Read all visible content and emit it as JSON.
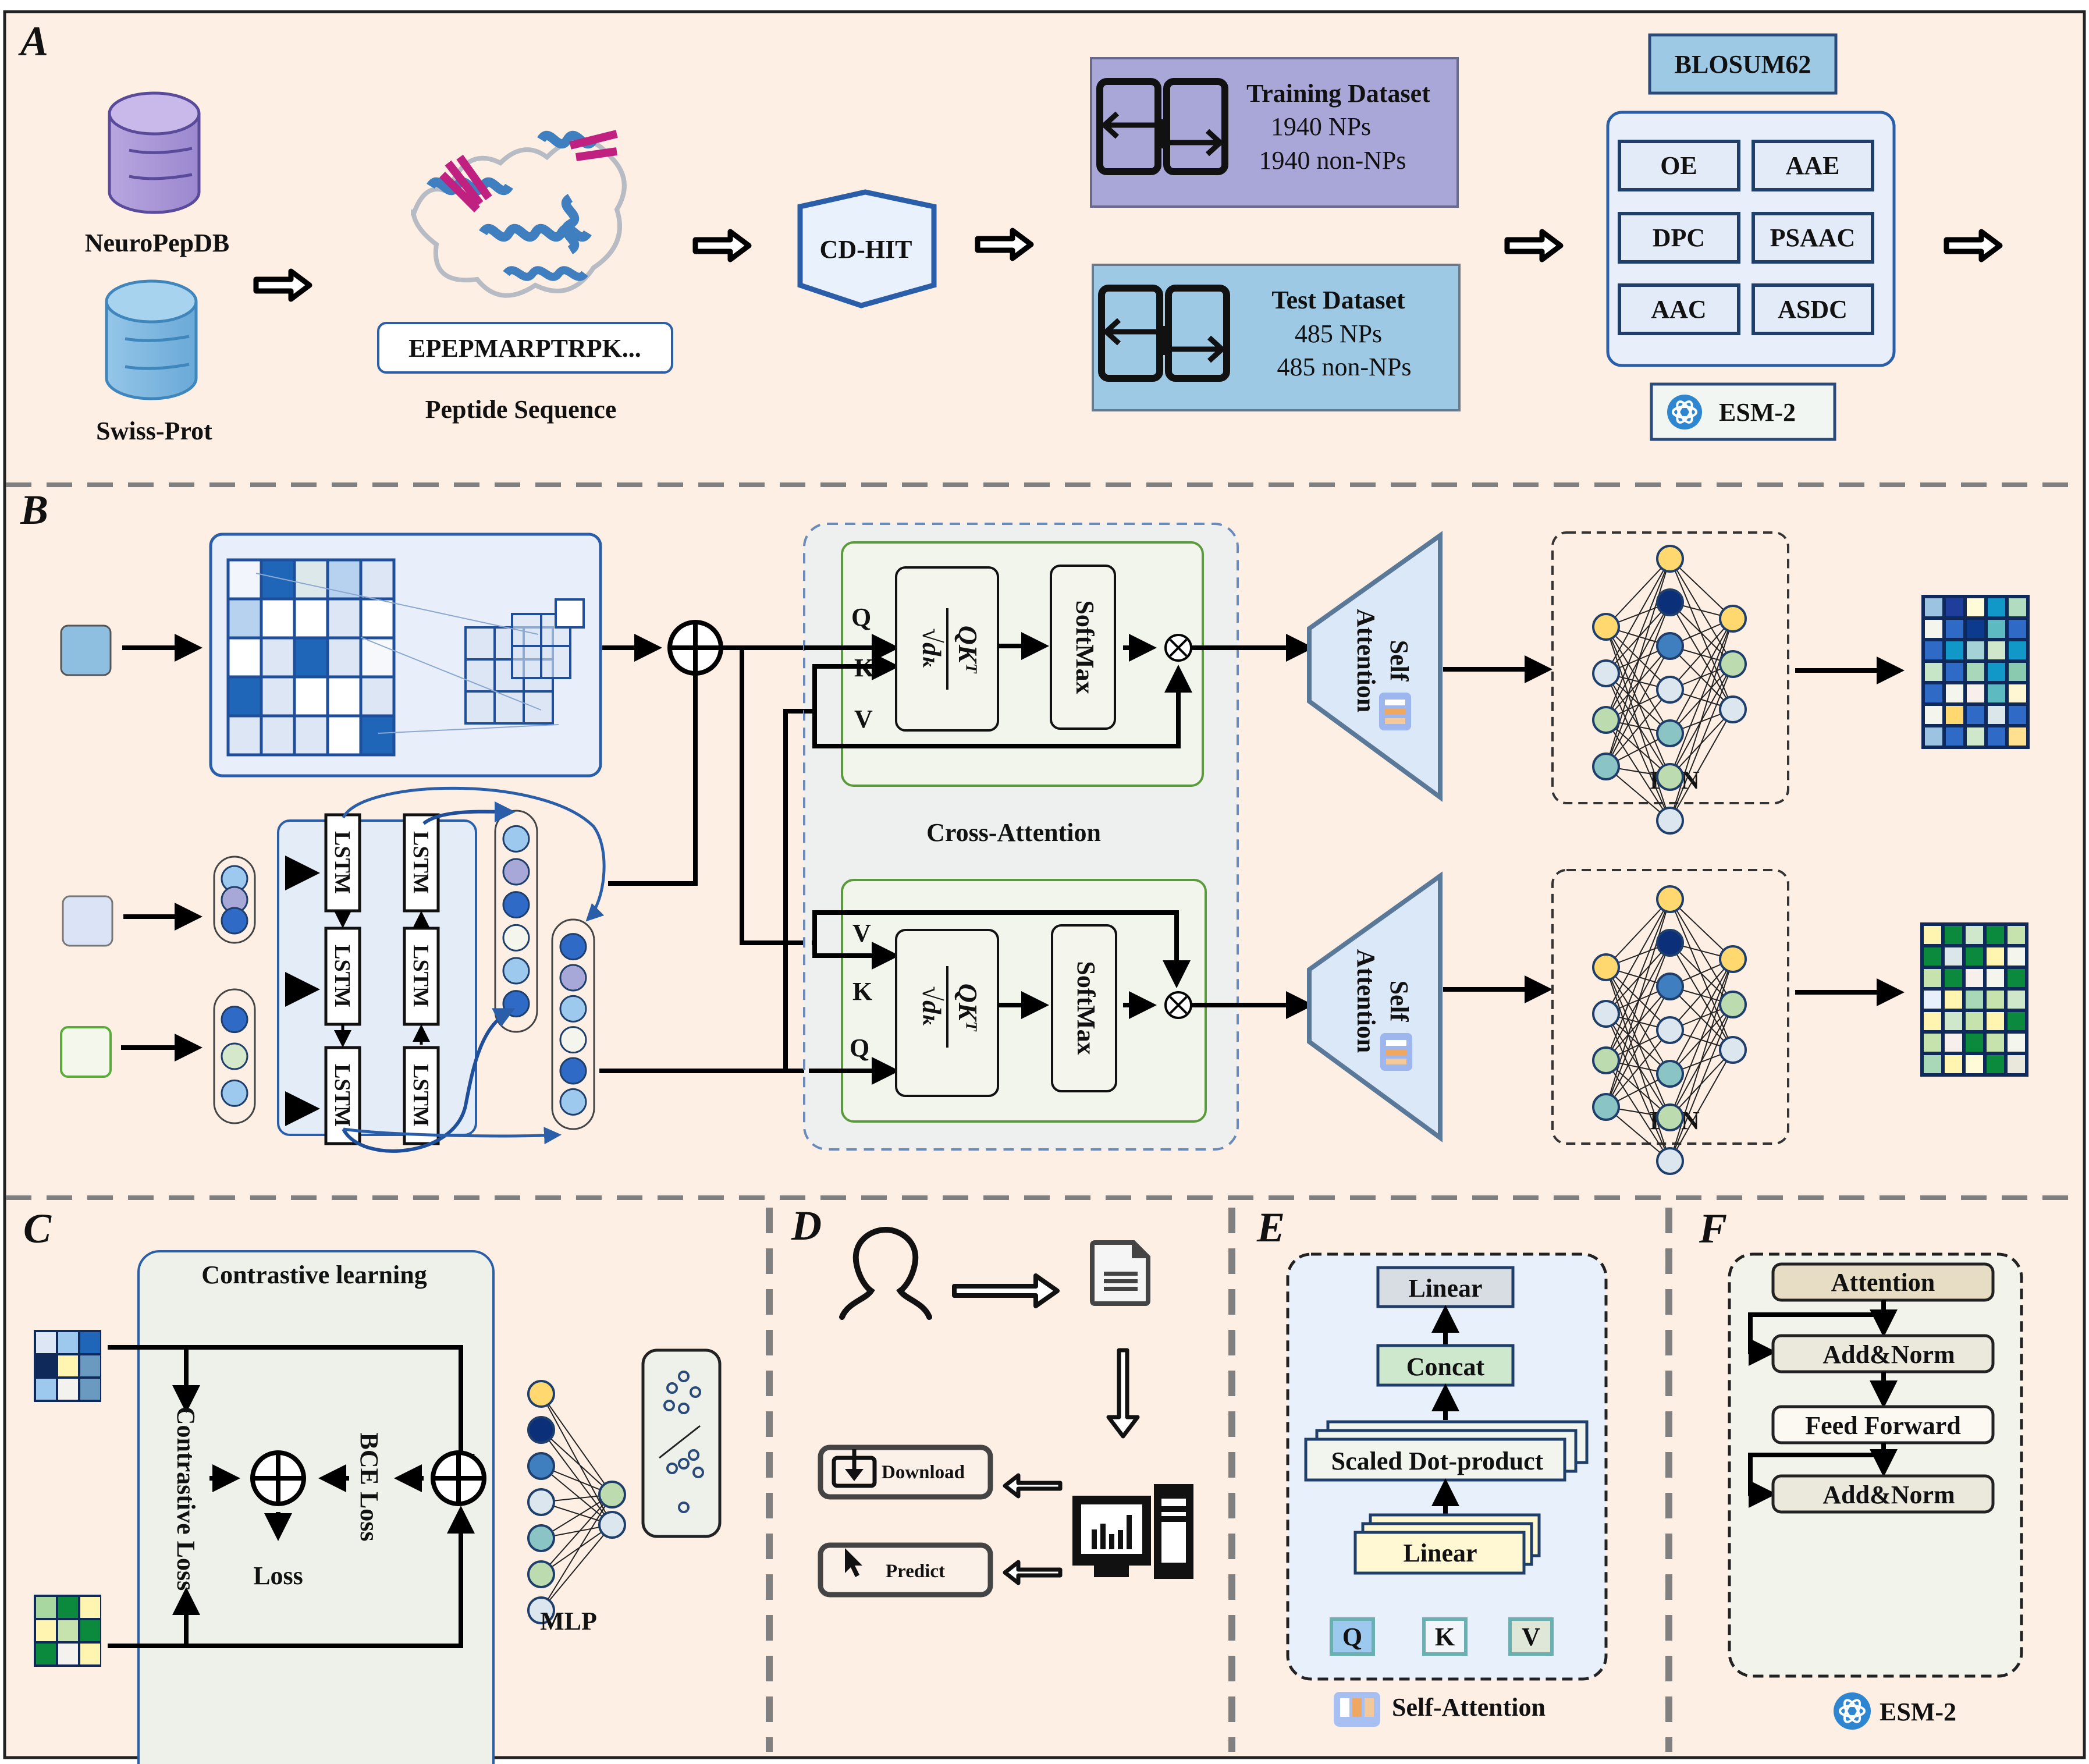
{
  "panels": {
    "a": {
      "letter": "A",
      "databases": [
        "NeuroPepDB",
        "Swiss-Prot"
      ],
      "sequence": "EPEPMARPTRPK...",
      "sequence_caption": "Peptide Sequence",
      "cdhit": "CD-HIT",
      "training": {
        "title": "Training Dataset",
        "pos": "1940 NPs",
        "neg": "1940 non-NPs"
      },
      "test": {
        "title": "Test Dataset",
        "pos": "485 NPs",
        "neg": "485 non-NPs"
      },
      "blosum": "BLOSUM62",
      "features": [
        "OE",
        "AAE",
        "DPC",
        "PSAAC",
        "AAC",
        "ASDC"
      ],
      "esm": "ESM-2"
    },
    "b": {
      "letter": "B",
      "lstm_label": "LSTM",
      "q": "Q",
      "k": "K",
      "v": "V",
      "softmax": "SoftMax",
      "cross_attention": "Cross-Attention",
      "self_attention_line1": "Self",
      "self_attention_line2": "Attention",
      "ffn": "FFN",
      "heatmap_top": [
        [
          "#9dc3e3",
          "#1f3d9a",
          "#fffbd8",
          "#1197c8",
          "#b2dcc0"
        ],
        [
          "#f4f6ee",
          "#2f6bc6",
          "#0c3a8c",
          "#5dbac0",
          "#2f6bc6"
        ],
        [
          "#2f6bc6",
          "#1197c8",
          "#a4d2d6",
          "#cfe8cc",
          "#1197c8"
        ],
        [
          "#c7e6c8",
          "#2f6bc6",
          "#a8d8b8",
          "#1197c8",
          "#8acbb0"
        ],
        [
          "#2f6bc6",
          "#f4f6ee",
          "#f6efec",
          "#5dbac0",
          "#fff6d4"
        ],
        [
          "#f4f6ee",
          "#ffd970",
          "#2f6bc6",
          "#dbe6ea",
          "#2f6bc6"
        ],
        [
          "#9dc3e3",
          "#2f6bc6",
          "#cfe8cc",
          "#2f6bc6",
          "#ffdf90"
        ]
      ],
      "heatmap_bottom": [
        [
          "#fff4b0",
          "#0b8a3e",
          "#cfe8cc",
          "#0b8a3e",
          "#c6e3ae"
        ],
        [
          "#0b8a3e",
          "#dbe6ea",
          "#0b8a3e",
          "#fff4b0",
          "#f4f6ee"
        ],
        [
          "#c6e3ae",
          "#0b8a3e",
          "#f6efec",
          "#f4f6ee",
          "#0b8a3e"
        ],
        [
          "#e8f0fc",
          "#fff4b0",
          "#a8d8b8",
          "#c6e3ae",
          "#cfe8cc"
        ],
        [
          "#fff4b0",
          "#cfe8cc",
          "#c6e3ae",
          "#fff4b0",
          "#0b8a3e"
        ],
        [
          "#c6e3ae",
          "#f6efec",
          "#0b8a3e",
          "#c6e3ae",
          "#f4f6ee"
        ],
        [
          "#a8d8b8",
          "#fff4b0",
          "#fffbd8",
          "#0b8a3e",
          "#eae8dc"
        ]
      ]
    },
    "c": {
      "letter": "C",
      "title": "Contrastive learning",
      "contrastive_loss": "Contrastive Loss",
      "bce_loss": "BCE Loss",
      "loss": "Loss",
      "mlp": "MLP"
    },
    "d": {
      "letter": "D",
      "download": "Download",
      "predict": "Predict"
    },
    "e": {
      "letter": "E",
      "linear_top": "Linear",
      "concat": "Concat",
      "scaled": "Scaled Dot-product",
      "linear_bottom": "Linear",
      "q": "Q",
      "k": "K",
      "v": "V",
      "caption": "Self-Attention"
    },
    "f": {
      "letter": "F",
      "attention": "Attention",
      "addnorm1": "Add&Norm",
      "feedforward": "Feed Forward",
      "addnorm2": "Add&Norm",
      "caption": "ESM-2"
    }
  },
  "colors": {
    "background": "#fdefe4",
    "accent_blue": "#2a5ea8",
    "training_fill": "#a9a6d8",
    "test_fill": "#9ec9e4",
    "feature_fill": "#e3ebf8",
    "green_border": "#5a9a3c"
  }
}
